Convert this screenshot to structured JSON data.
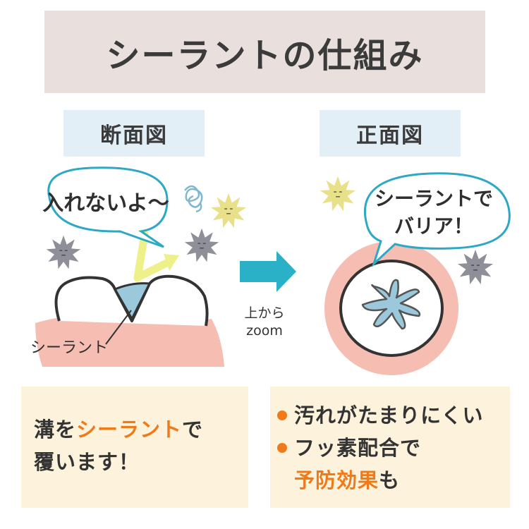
{
  "title": "シーラントの仕組み",
  "labels": {
    "cross_section": "断面図",
    "front_view": "正面図"
  },
  "left_panel": {
    "speech": "入れないよ〜",
    "sealant_label": "シーラント"
  },
  "right_panel": {
    "speech_line1": "シーラントで",
    "speech_line2": "バリア！"
  },
  "zoom_label": {
    "line1": "上から",
    "line2": "zoom"
  },
  "notes_left": {
    "line1_prefix": "溝を",
    "line1_highlight": "シーラント",
    "line1_suffix": "で",
    "line2": "覆います！"
  },
  "notes_right": {
    "item1": "汚れがたまりにくい",
    "item2": "フッ素配合で",
    "item2_highlight": "予防効果",
    "item2_suffix": "も"
  },
  "colors": {
    "title_bg": "#e9e0de",
    "label_bg": "#e3eff6",
    "note_bg": "#fdf3dc",
    "accent_orange": "#f07a1a",
    "gum_pink": "#f6bdb3",
    "arrow_teal": "#2ab1c8",
    "bubble_stroke": "#2ea9c4",
    "sealant_blue": "#9cc8dc",
    "deflect_yellow": "#eef08a"
  }
}
